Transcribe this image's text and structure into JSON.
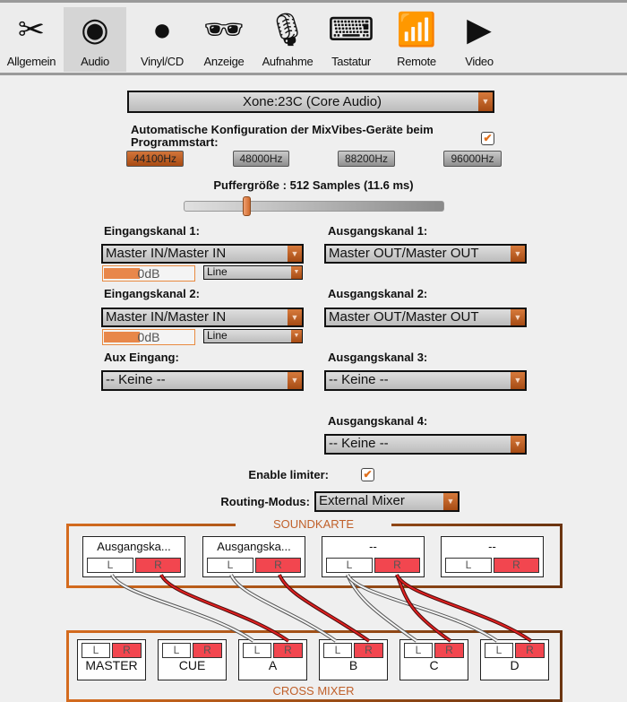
{
  "toolbar": {
    "items": [
      {
        "label": "Allgemein",
        "icon": "tools-icon",
        "glyph": "✂"
      },
      {
        "label": "Audio",
        "icon": "speaker-icon",
        "glyph": "◉",
        "selected": true
      },
      {
        "label": "Vinyl/CD",
        "icon": "vinyl-icon",
        "glyph": "●"
      },
      {
        "label": "Anzeige",
        "icon": "sunglasses-icon",
        "glyph": "🕶"
      },
      {
        "label": "Aufnahme",
        "icon": "microphone-icon",
        "glyph": "🎙"
      },
      {
        "label": "Tastatur",
        "icon": "keyboard-icon",
        "glyph": "⌨"
      },
      {
        "label": "Remote",
        "icon": "wifi-icon",
        "glyph": "📶"
      },
      {
        "label": "Video",
        "icon": "video-icon",
        "glyph": "▶"
      }
    ]
  },
  "device": {
    "value": "Xone:23C (Core Audio)"
  },
  "auto_config": {
    "label": "Automatische Konfiguration der MixVibes-Geräte beim Programmstart:",
    "checked": true
  },
  "sample_rates": {
    "options": [
      "44100Hz",
      "48000Hz",
      "88200Hz",
      "96000Hz"
    ],
    "selected": "44100Hz"
  },
  "buffer": {
    "label": "Puffergröße : 512 Samples (11.6 ms)",
    "slider_percent": 24
  },
  "inputs": [
    {
      "label": "Eingangskanal 1:",
      "value": "Master IN/Master IN",
      "gain": "0dB",
      "type": "Line"
    },
    {
      "label": "Eingangskanal 2:",
      "value": "Master IN/Master IN",
      "gain": "0dB",
      "type": "Line"
    },
    {
      "label": "Aux Eingang:",
      "value": "-- Keine --"
    }
  ],
  "outputs": [
    {
      "label": "Ausgangskanal 1:",
      "value": "Master OUT/Master OUT"
    },
    {
      "label": "Ausgangskanal 2:",
      "value": "Master OUT/Master OUT"
    },
    {
      "label": "Ausgangskanal 3:",
      "value": "-- Keine --"
    },
    {
      "label": "Ausgangskanal 4:",
      "value": "-- Keine --"
    }
  ],
  "limiter": {
    "label": "Enable limiter:",
    "checked": true
  },
  "routing": {
    "label": "Routing-Modus:",
    "value": "External Mixer"
  },
  "soundcard": {
    "title": "SOUNDKARTE",
    "channels": [
      "Ausgangska...",
      "Ausgangska...",
      "--",
      "--"
    ]
  },
  "crossmixer": {
    "title": "CROSS MIXER",
    "channels": [
      "MASTER",
      "CUE",
      "A",
      "B",
      "C",
      "D"
    ]
  },
  "lr": {
    "l": "L",
    "r": "R"
  },
  "colors": {
    "accent": "#d2753a",
    "right_channel": "#f2464f"
  }
}
